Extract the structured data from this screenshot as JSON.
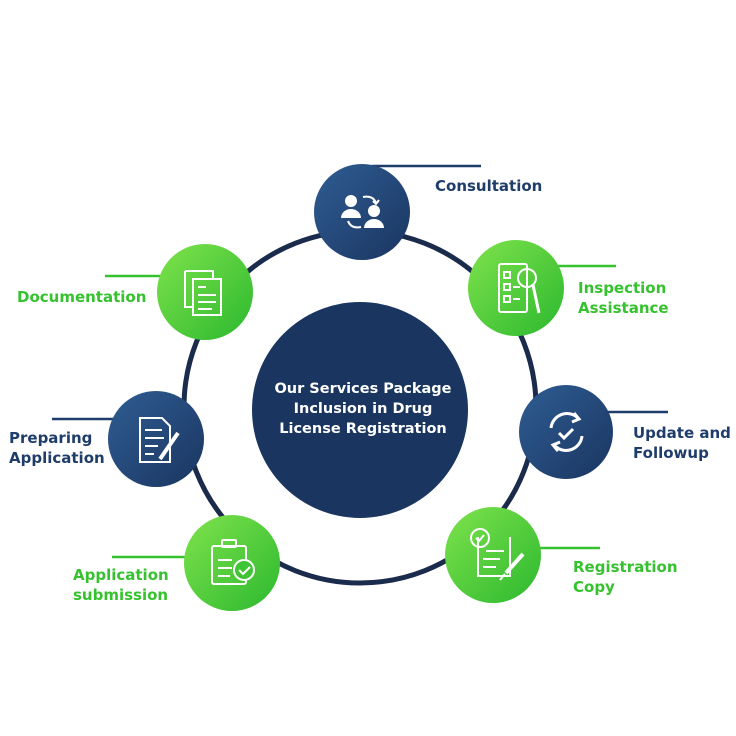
{
  "center": {
    "lines": [
      "Our Services Package",
      "Inclusion in Drug",
      "License Registration"
    ]
  },
  "colors": {
    "navy": "#1f3d6b",
    "green": "#36c22e",
    "ring": "#1b2b4b",
    "white": "#ffffff"
  },
  "nodes": [
    {
      "id": "consultation",
      "lines": [
        "Consultation"
      ],
      "icon": "people-exchange-icon",
      "color": "navy"
    },
    {
      "id": "inspection-assistance",
      "lines": [
        "Inspection",
        "Assistance"
      ],
      "icon": "checklist-magnifier-icon",
      "color": "green"
    },
    {
      "id": "update-followup",
      "lines": [
        "Update and",
        "Followup"
      ],
      "icon": "refresh-check-icon",
      "color": "navy"
    },
    {
      "id": "registration-copy",
      "lines": [
        "Registration",
        "Copy"
      ],
      "icon": "certificate-pen-icon",
      "color": "green"
    },
    {
      "id": "application-submission",
      "lines": [
        "Application",
        "submission"
      ],
      "icon": "document-check-icon",
      "color": "green"
    },
    {
      "id": "preparing-application",
      "lines": [
        "Preparing",
        "Application"
      ],
      "icon": "document-pen-icon",
      "color": "navy"
    },
    {
      "id": "documentation",
      "lines": [
        "Documentation"
      ],
      "icon": "documents-icon",
      "color": "green"
    }
  ]
}
